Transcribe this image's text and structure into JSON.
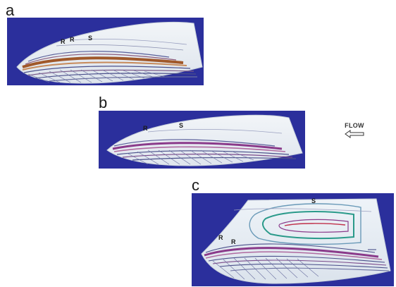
{
  "panels": [
    {
      "letter": "a",
      "labels": [
        "R",
        "R",
        "S"
      ]
    },
    {
      "letter": "b",
      "labels": [
        "R",
        "S"
      ]
    },
    {
      "letter": "c",
      "labels": [
        "S",
        "R",
        "R"
      ]
    }
  ],
  "flow": {
    "label": "FLOW",
    "arrow": "left-arrow-icon"
  },
  "colors": {
    "background_panel": "#2b2f9c",
    "body": "#e9eef4",
    "brown_band": "#a0582a",
    "purple_band": "#8a3a8a",
    "teal_line": "#2a9a8a"
  }
}
